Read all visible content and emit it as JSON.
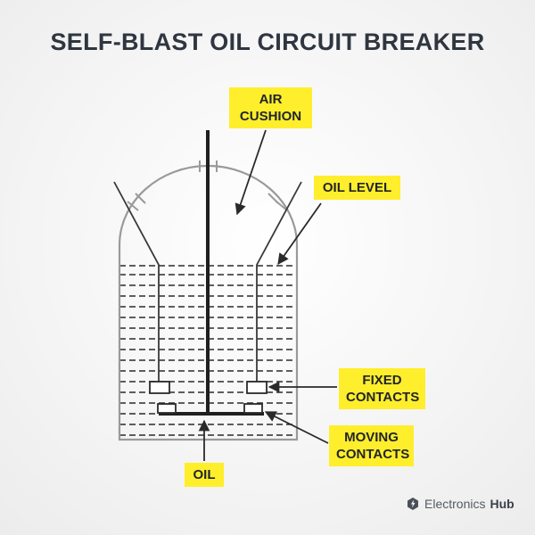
{
  "title": "SELF-BLAST OIL CIRCUIT BREAKER",
  "labels": {
    "air_cushion_1": "AIR",
    "air_cushion_2": "CUSHION",
    "oil_level": "OIL LEVEL",
    "fixed_contacts_1": "FIXED",
    "fixed_contacts_2": "CONTACTS",
    "moving_contacts_1": "MOVING",
    "moving_contacts_2": "CONTACTS",
    "oil": "OIL"
  },
  "brand": {
    "name": "Electronics",
    "bold": "Hub",
    "icon": "electronics-hub-logo-icon"
  },
  "colors": {
    "background": "#f2f2f2",
    "callout": "#ffee2b",
    "line": "#2a2a2a",
    "tank": "#9a9a9a",
    "title": "#2f3640"
  }
}
